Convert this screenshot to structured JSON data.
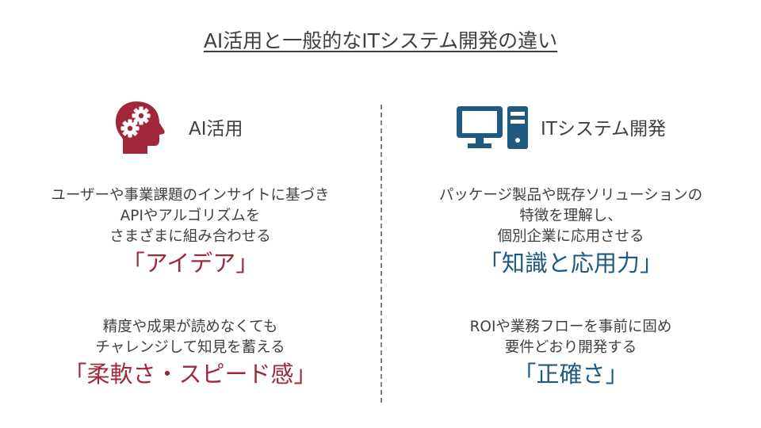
{
  "title": "AI活用と一般的なITシステム開発の違い",
  "colors": {
    "ai_accent": "#a0283a",
    "it_accent": "#1f5a80",
    "text": "#404040",
    "divider": "#7f7f7f"
  },
  "left": {
    "icon": "head-with-gears-icon",
    "heading": "AI活用",
    "block1": {
      "lines": [
        "ユーザーや事業課題のインサイトに基づき",
        "APIやアルゴリズムを",
        "さまざまに組み合わせる"
      ],
      "emphasis": "「アイデア」"
    },
    "block2": {
      "lines": [
        "精度や成果が読めなくても",
        "チャレンジして知見を蓄える"
      ],
      "emphasis": "「柔軟さ・スピード感」"
    }
  },
  "right": {
    "icon": "desktop-computer-icon",
    "heading": "ITシステム開発",
    "block1": {
      "lines": [
        "パッケージ製品や既存ソリューションの",
        "特徴を理解し、",
        "個別企業に応用させる"
      ],
      "emphasis": "「知識と応用力」"
    },
    "block2": {
      "lines": [
        "ROIや業務フローを事前に固め",
        "要件どおり開発する"
      ],
      "emphasis": "「正確さ」"
    }
  }
}
